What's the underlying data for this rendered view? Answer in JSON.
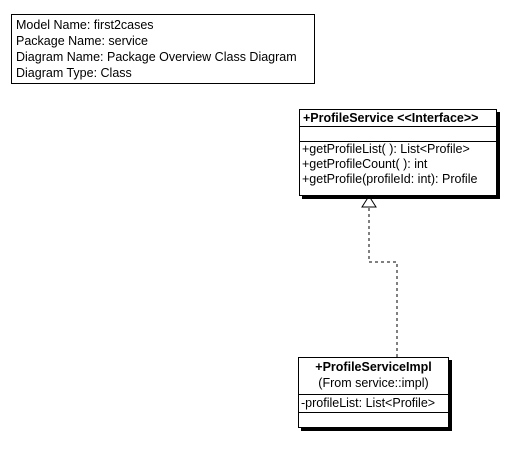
{
  "info": {
    "model_name": "Model Name: first2cases",
    "package_name": "Package Name: service",
    "diagram_name": "Diagram Name: Package Overview Class Diagram",
    "diagram_type": "Diagram Type: Class"
  },
  "interface_class": {
    "name": "+ProfileService <<Interface>>",
    "attributes": [],
    "operations": [
      "+getProfileList( ): List<Profile>",
      "+getProfileCount( ): int",
      "+getProfile(profileId: int): Profile"
    ]
  },
  "impl_class": {
    "name": "+ProfileServiceImpl",
    "from": "(From service::impl)",
    "attributes": [
      "-profileList: List<Profile>"
    ],
    "operations": []
  },
  "relationships": [
    {
      "type": "realization",
      "from": "+ProfileServiceImpl",
      "to": "+ProfileService <<Interface>>"
    }
  ]
}
